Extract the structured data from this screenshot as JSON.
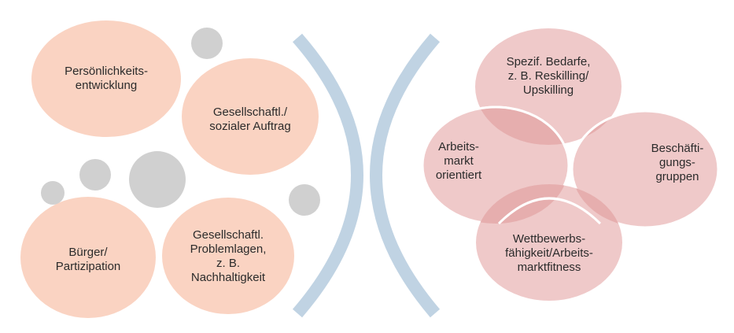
{
  "colors": {
    "peach": "#FAD3C2",
    "gray_dot": "#D0D0D0",
    "arc_blue": "#C0D3E3",
    "pink": "#EFC9C9",
    "pink_overlap": "#E6AEAE",
    "text": "#2b2b2b"
  },
  "left_group": {
    "circles": [
      {
        "id": "personality",
        "label": "Persönlichkeits-\nentwicklung"
      },
      {
        "id": "social-mandate",
        "label": "Gesellschaftl./\nsozialer Auftrag"
      },
      {
        "id": "citizen",
        "label": "Bürger/\nPartizipation"
      },
      {
        "id": "social-problems",
        "label": "Gesellschaftl.\nProblemlagen,\nz. B.\nNachhaltigkeit"
      }
    ]
  },
  "right_group": {
    "circles": [
      {
        "id": "specific-needs",
        "label": "Spezif. Bedarfe,\nz. B. Reskilling/\nUpskilling"
      },
      {
        "id": "labor-market",
        "label": "Arbeits-\nmarkt\norientiert"
      },
      {
        "id": "employee-groups",
        "label": "Beschäfti-\ngungs-\ngruppen"
      },
      {
        "id": "competitiveness",
        "label": "Wettbewerbs-\nfähigkeit/Arbeits-\nmarktfitness"
      }
    ]
  }
}
